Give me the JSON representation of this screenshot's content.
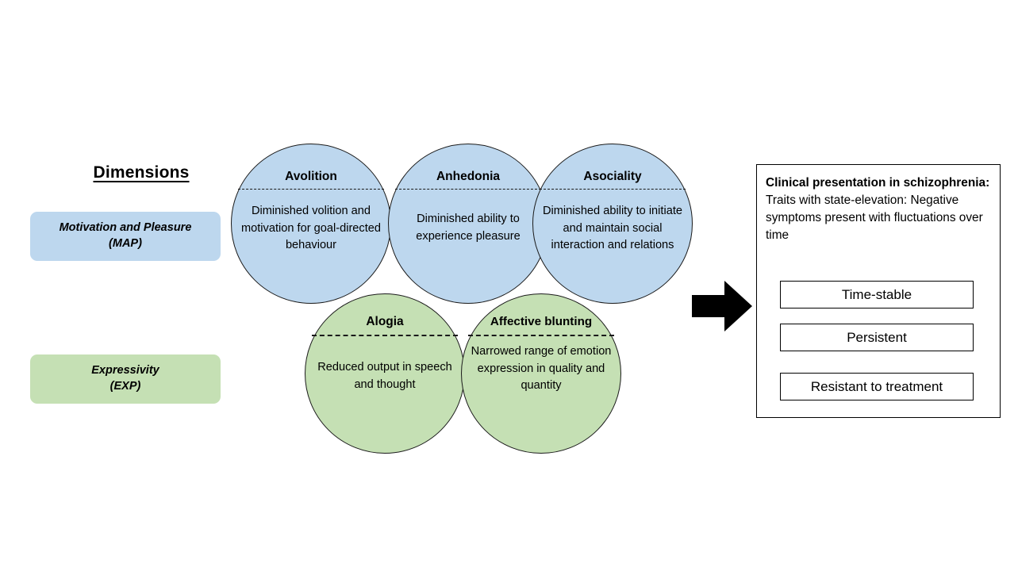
{
  "left_column": {
    "title": "Dimensions",
    "boxes": [
      {
        "name": "map",
        "line1": "Motivation and Pleasure",
        "line2": "(MAP)",
        "color": "#bdd7ee"
      },
      {
        "name": "exp",
        "line1": "Expressivity",
        "line2": "(EXP)",
        "color": "#c5e0b4"
      }
    ]
  },
  "circles": [
    {
      "id": "avolition",
      "group": "MAP",
      "color": "#bdd7ee",
      "title": "Avolition",
      "body": "Diminished volition and motivation for goal-directed behaviour"
    },
    {
      "id": "anhedonia",
      "group": "MAP",
      "color": "#bdd7ee",
      "title": "Anhedonia",
      "body": "Diminished ability to experience pleasure"
    },
    {
      "id": "asociality",
      "group": "MAP",
      "color": "#bdd7ee",
      "title": "Asociality",
      "body": "Diminished ability to initiate and maintain social interaction and relations"
    },
    {
      "id": "alogia",
      "group": "EXP",
      "color": "#c5e0b4",
      "title": "Alogia",
      "body": "Reduced output in speech and thought"
    },
    {
      "id": "affective-blunting",
      "group": "EXP",
      "color": "#c5e0b4",
      "title": "Affective blunting",
      "body": "Narrowed range of emotion expression in quality and quantity"
    }
  ],
  "arrow": {
    "name": "right-arrow-icon",
    "color": "#000000"
  },
  "clinical_panel": {
    "lead": "Clinical presentation in schizophrenia:",
    "description": " Traits with state-elevation: Negative symptoms present with fluctuations over time",
    "outcomes": [
      "Time-stable",
      "Persistent",
      "Resistant to treatment"
    ]
  }
}
